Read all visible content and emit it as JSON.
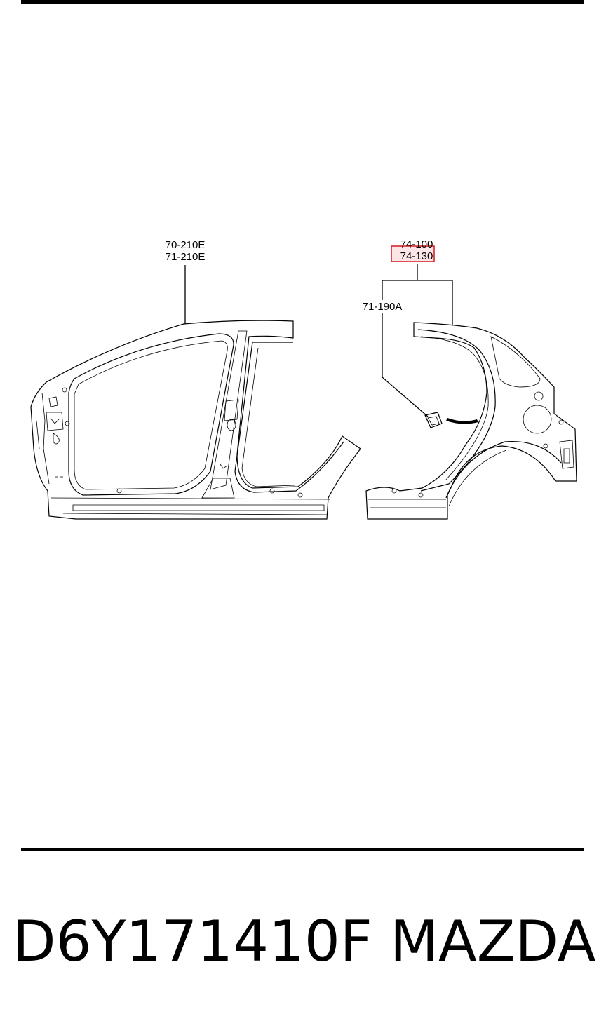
{
  "diagram": {
    "callouts": {
      "front_panel_a": "70-210E",
      "front_panel_b": "71-210E",
      "rear_panel_a": "74-100",
      "rear_panel_b": "74-130",
      "bracket": "71-190A"
    },
    "highlight": {
      "color": "#d9262e",
      "fill": "#f7cfd2",
      "target": "74-130"
    }
  },
  "footer": {
    "part_number": "D6Y171410F",
    "brand": "MAZDA"
  }
}
